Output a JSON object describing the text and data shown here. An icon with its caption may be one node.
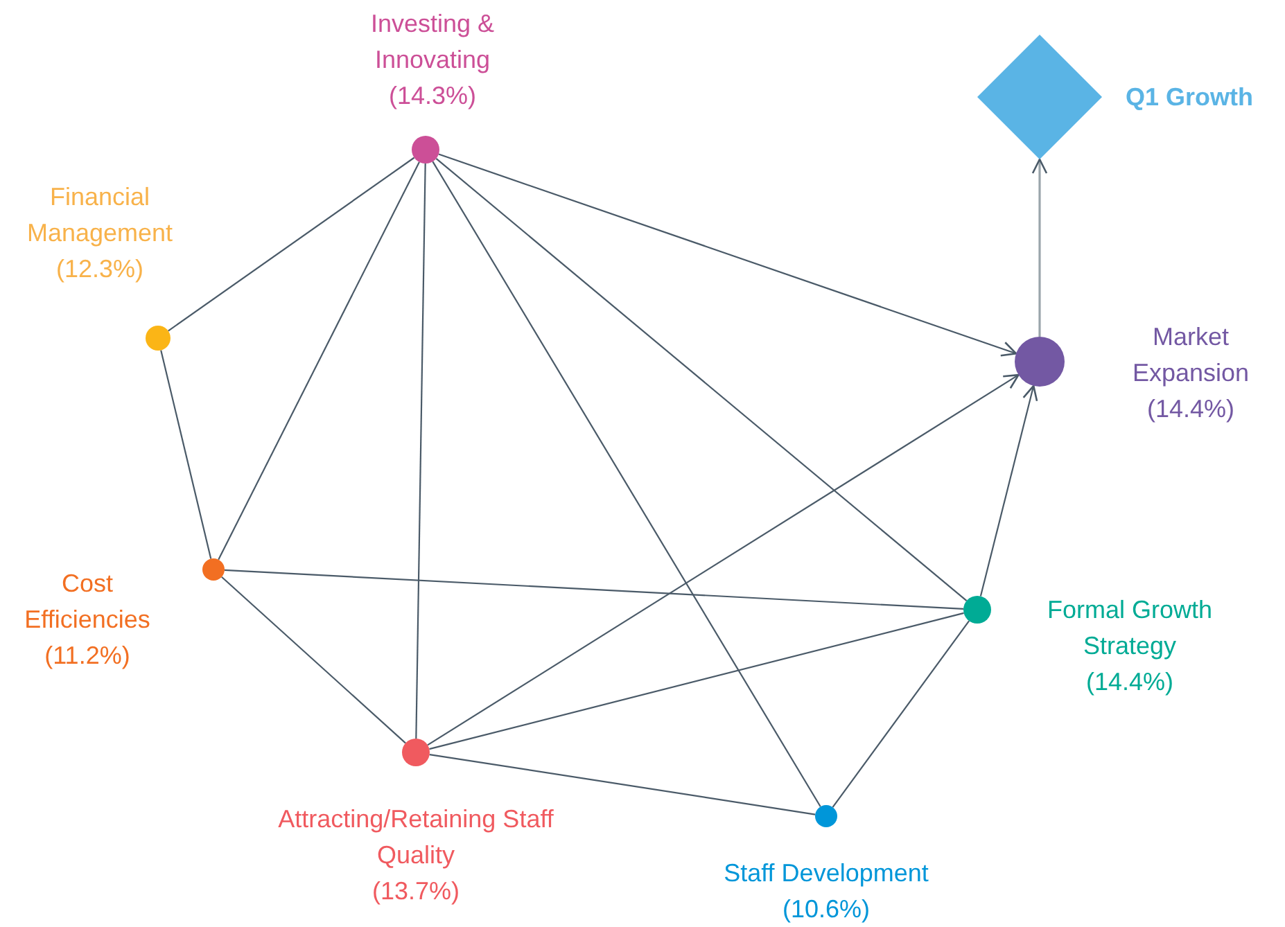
{
  "diagram": {
    "nodes": [
      {
        "text": [
          "Q1 Growth"
        ]
      },
      {
        "text": [
          "Investing & Innovating",
          "(14.3%)"
        ]
      },
      {
        "text": [
          "Financial Management",
          "(12.3%)"
        ]
      },
      {
        "text": [
          "Market Expansion",
          "(14.4%)"
        ]
      },
      {
        "text": [
          "Cost Efficiencies",
          "(11.2%)"
        ]
      },
      {
        "text": [
          "Formal Growth Strategy",
          "(14.4%)"
        ]
      },
      {
        "text": [
          "Attracting/Retaining Staff Quality",
          "(13.7%)"
        ]
      },
      {
        "text": [
          "Staff Development",
          "(10.6%)"
        ]
      }
    ],
    "edges": [
      {
        "from": 1,
        "to": 3,
        "arrow": "to"
      },
      {
        "from": 1,
        "to": 2,
        "arrow": "none"
      },
      {
        "from": 1,
        "to": 4,
        "arrow": "none"
      },
      {
        "from": 1,
        "to": 6,
        "arrow": "none"
      },
      {
        "from": 1,
        "to": 7,
        "arrow": "none"
      },
      {
        "from": 1,
        "to": 5,
        "arrow": "none"
      },
      {
        "from": 2,
        "to": 4,
        "arrow": "none"
      },
      {
        "from": 4,
        "to": 5,
        "arrow": "none"
      },
      {
        "from": 4,
        "to": 6,
        "arrow": "none"
      },
      {
        "from": 6,
        "to": 3,
        "arrow": "to"
      },
      {
        "from": 6,
        "to": 5,
        "arrow": "none"
      },
      {
        "from": 6,
        "to": 7,
        "arrow": "none"
      },
      {
        "from": 7,
        "to": 5,
        "arrow": "none"
      },
      {
        "from": 5,
        "to": 3,
        "arrow": "to"
      },
      {
        "from": 3,
        "to": 0,
        "arrow": "to",
        "color": "#9aa5ab"
      }
    ]
  }
}
